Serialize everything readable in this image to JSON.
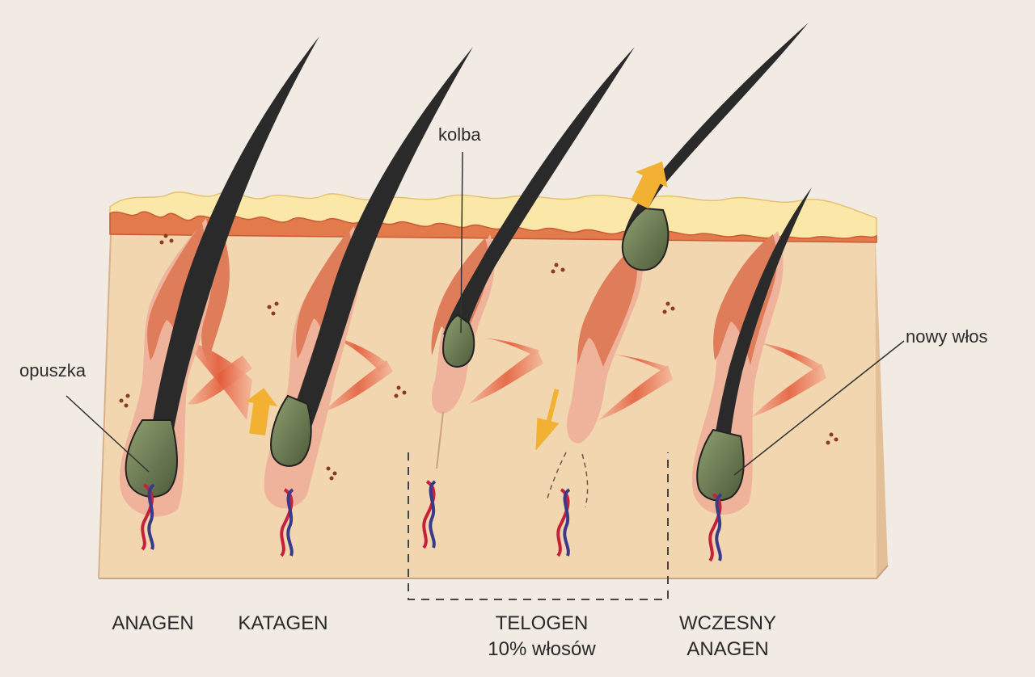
{
  "labels": {
    "opuszka": "opuszka",
    "kolba": "kolba",
    "nowy_wlos": "nowy włos"
  },
  "phases": [
    {
      "name": "ANAGEN",
      "line2": ""
    },
    {
      "name": "KATAGEN",
      "line2": ""
    },
    {
      "name": "TELOGEN",
      "line2": "10% włosów"
    },
    {
      "name": "WCZESNY",
      "line2": "ANAGEN"
    }
  ],
  "colors": {
    "background": "#f1ebe3",
    "skin_front": "#f1d4ad",
    "skin_side": "#e6c39b",
    "epidermis": "#e47a4e",
    "stratum_corneum": "#fbe7a4",
    "follicle_sheath": "#e0805e",
    "follicle_outer": "#efb59a",
    "hair_shaft": "#2a2a2a",
    "hair_bulb": "#6b7a52",
    "muscle": "#e45a3a",
    "arrow": "#f2b133",
    "artery": "#c8203a",
    "vein": "#3a3a8c",
    "telogen_box": "#444444"
  }
}
